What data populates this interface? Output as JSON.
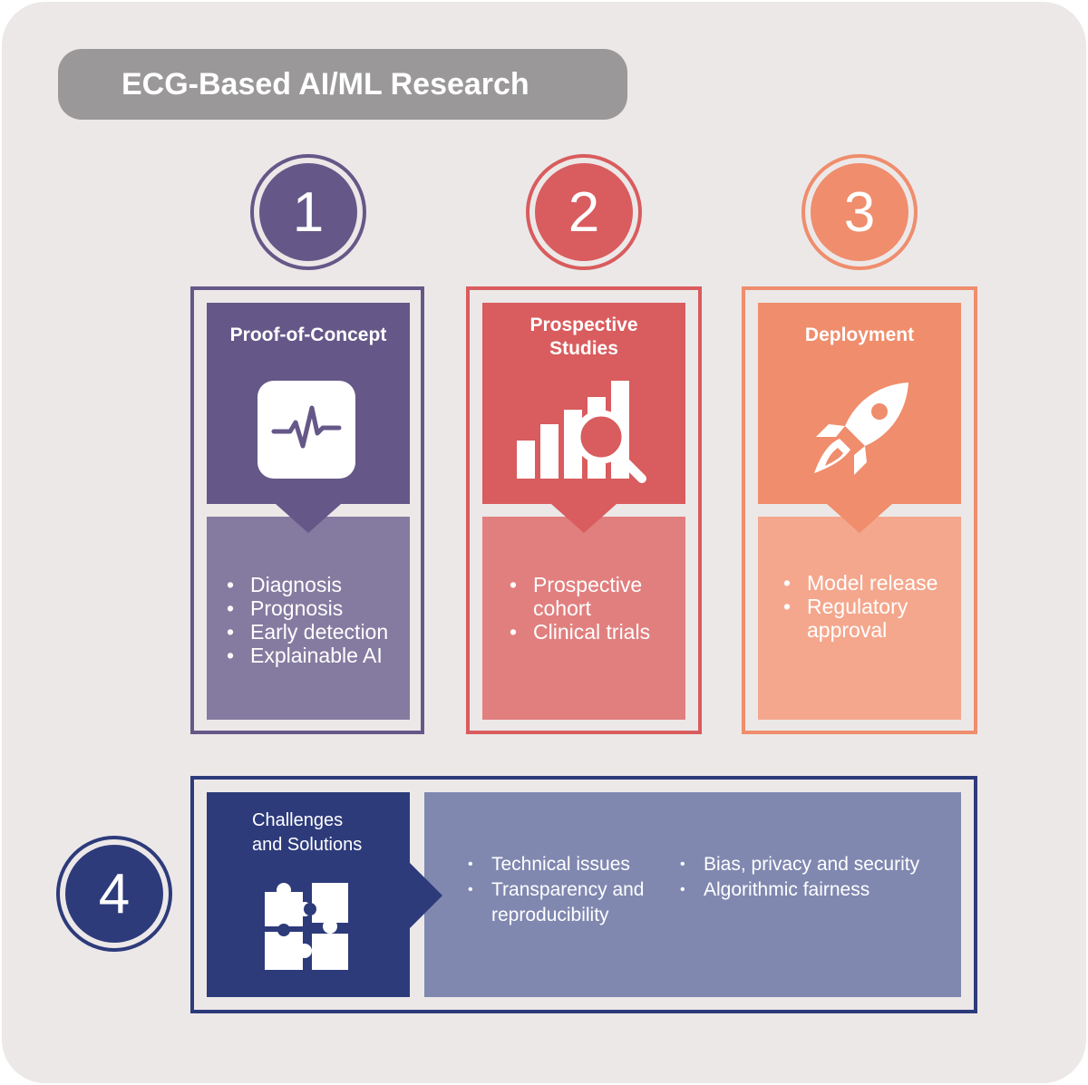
{
  "title": "ECG-Based AI/ML Research",
  "stages": [
    {
      "number": "1",
      "heading": "Proof-of-Concept",
      "icon": "ecg-waveform-icon",
      "items": [
        "Diagnosis",
        "Prognosis",
        "Early detection",
        "Explainable AI"
      ]
    },
    {
      "number": "2",
      "heading_line1": "Prospective",
      "heading_line2": "Studies",
      "icon": "bar-chart-magnifier-icon",
      "items_line": [
        "Prospective",
        "cohort",
        "Clinical trials"
      ]
    },
    {
      "number": "3",
      "heading": "Deployment",
      "icon": "rocket-icon",
      "items_line": [
        "Model release",
        "Regulatory",
        "approval"
      ]
    }
  ],
  "challenges": {
    "number": "4",
    "heading_line1": "Challenges",
    "heading_line2": "and Solutions",
    "icon": "puzzle-icon",
    "col1": [
      "Technical issues",
      "Transparency and",
      "reproducibility"
    ],
    "col2": [
      "Bias, privacy and security",
      "Algorithmic fairness"
    ]
  },
  "colors": {
    "stage1_dark": "#655888",
    "stage1_light": "#857ba0",
    "stage2_dark": "#d95c5e",
    "stage2_light": "#e17f7f",
    "stage3_dark": "#ef8d6c",
    "stage3_light": "#f4a78d",
    "stage4_dark": "#2d3b7b",
    "stage4_light": "#8088b0"
  }
}
